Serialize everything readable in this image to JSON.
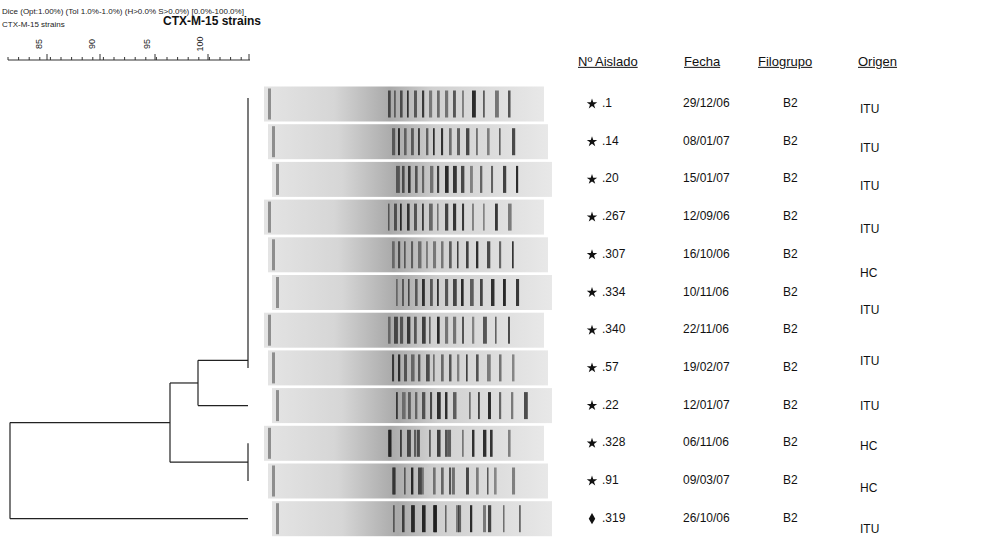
{
  "diagram": {
    "title": "CTX-M-15 strains",
    "labels": [
      "Dice (Opt:1.00%) (Tol 1.0%-1.0%) (H>0.0% S>0.0%) [0.0%-100.0%]",
      "CTX-M-15 strains",
      "85",
      "90",
      "95",
      "100",
      "Nº Aislado",
      "Fecha",
      "Filogrupo",
      "Origen",
      ".1",
      "29/12/06",
      "B2",
      "ITU",
      ".14",
      "08/01/07",
      "B2",
      "ITU",
      ".20",
      "15/01/07",
      "B2",
      "ITU",
      ".267",
      "12/09/06",
      "B2",
      "ITU",
      ".307",
      "16/10/06",
      "B2",
      "HC",
      ".334",
      "10/11/06",
      "B2",
      "ITU",
      ".340",
      "22/11/06",
      "B2",
      ".57",
      "19/02/07",
      "B2",
      "ITU",
      ".22",
      "12/01/07",
      "B2",
      "ITU",
      ".328",
      "06/11/06",
      "B2",
      "HC",
      ".91",
      "09/03/07",
      "B2",
      "HC",
      ".319",
      "26/10/06",
      "B2",
      "ITU"
    ]
  }
}
